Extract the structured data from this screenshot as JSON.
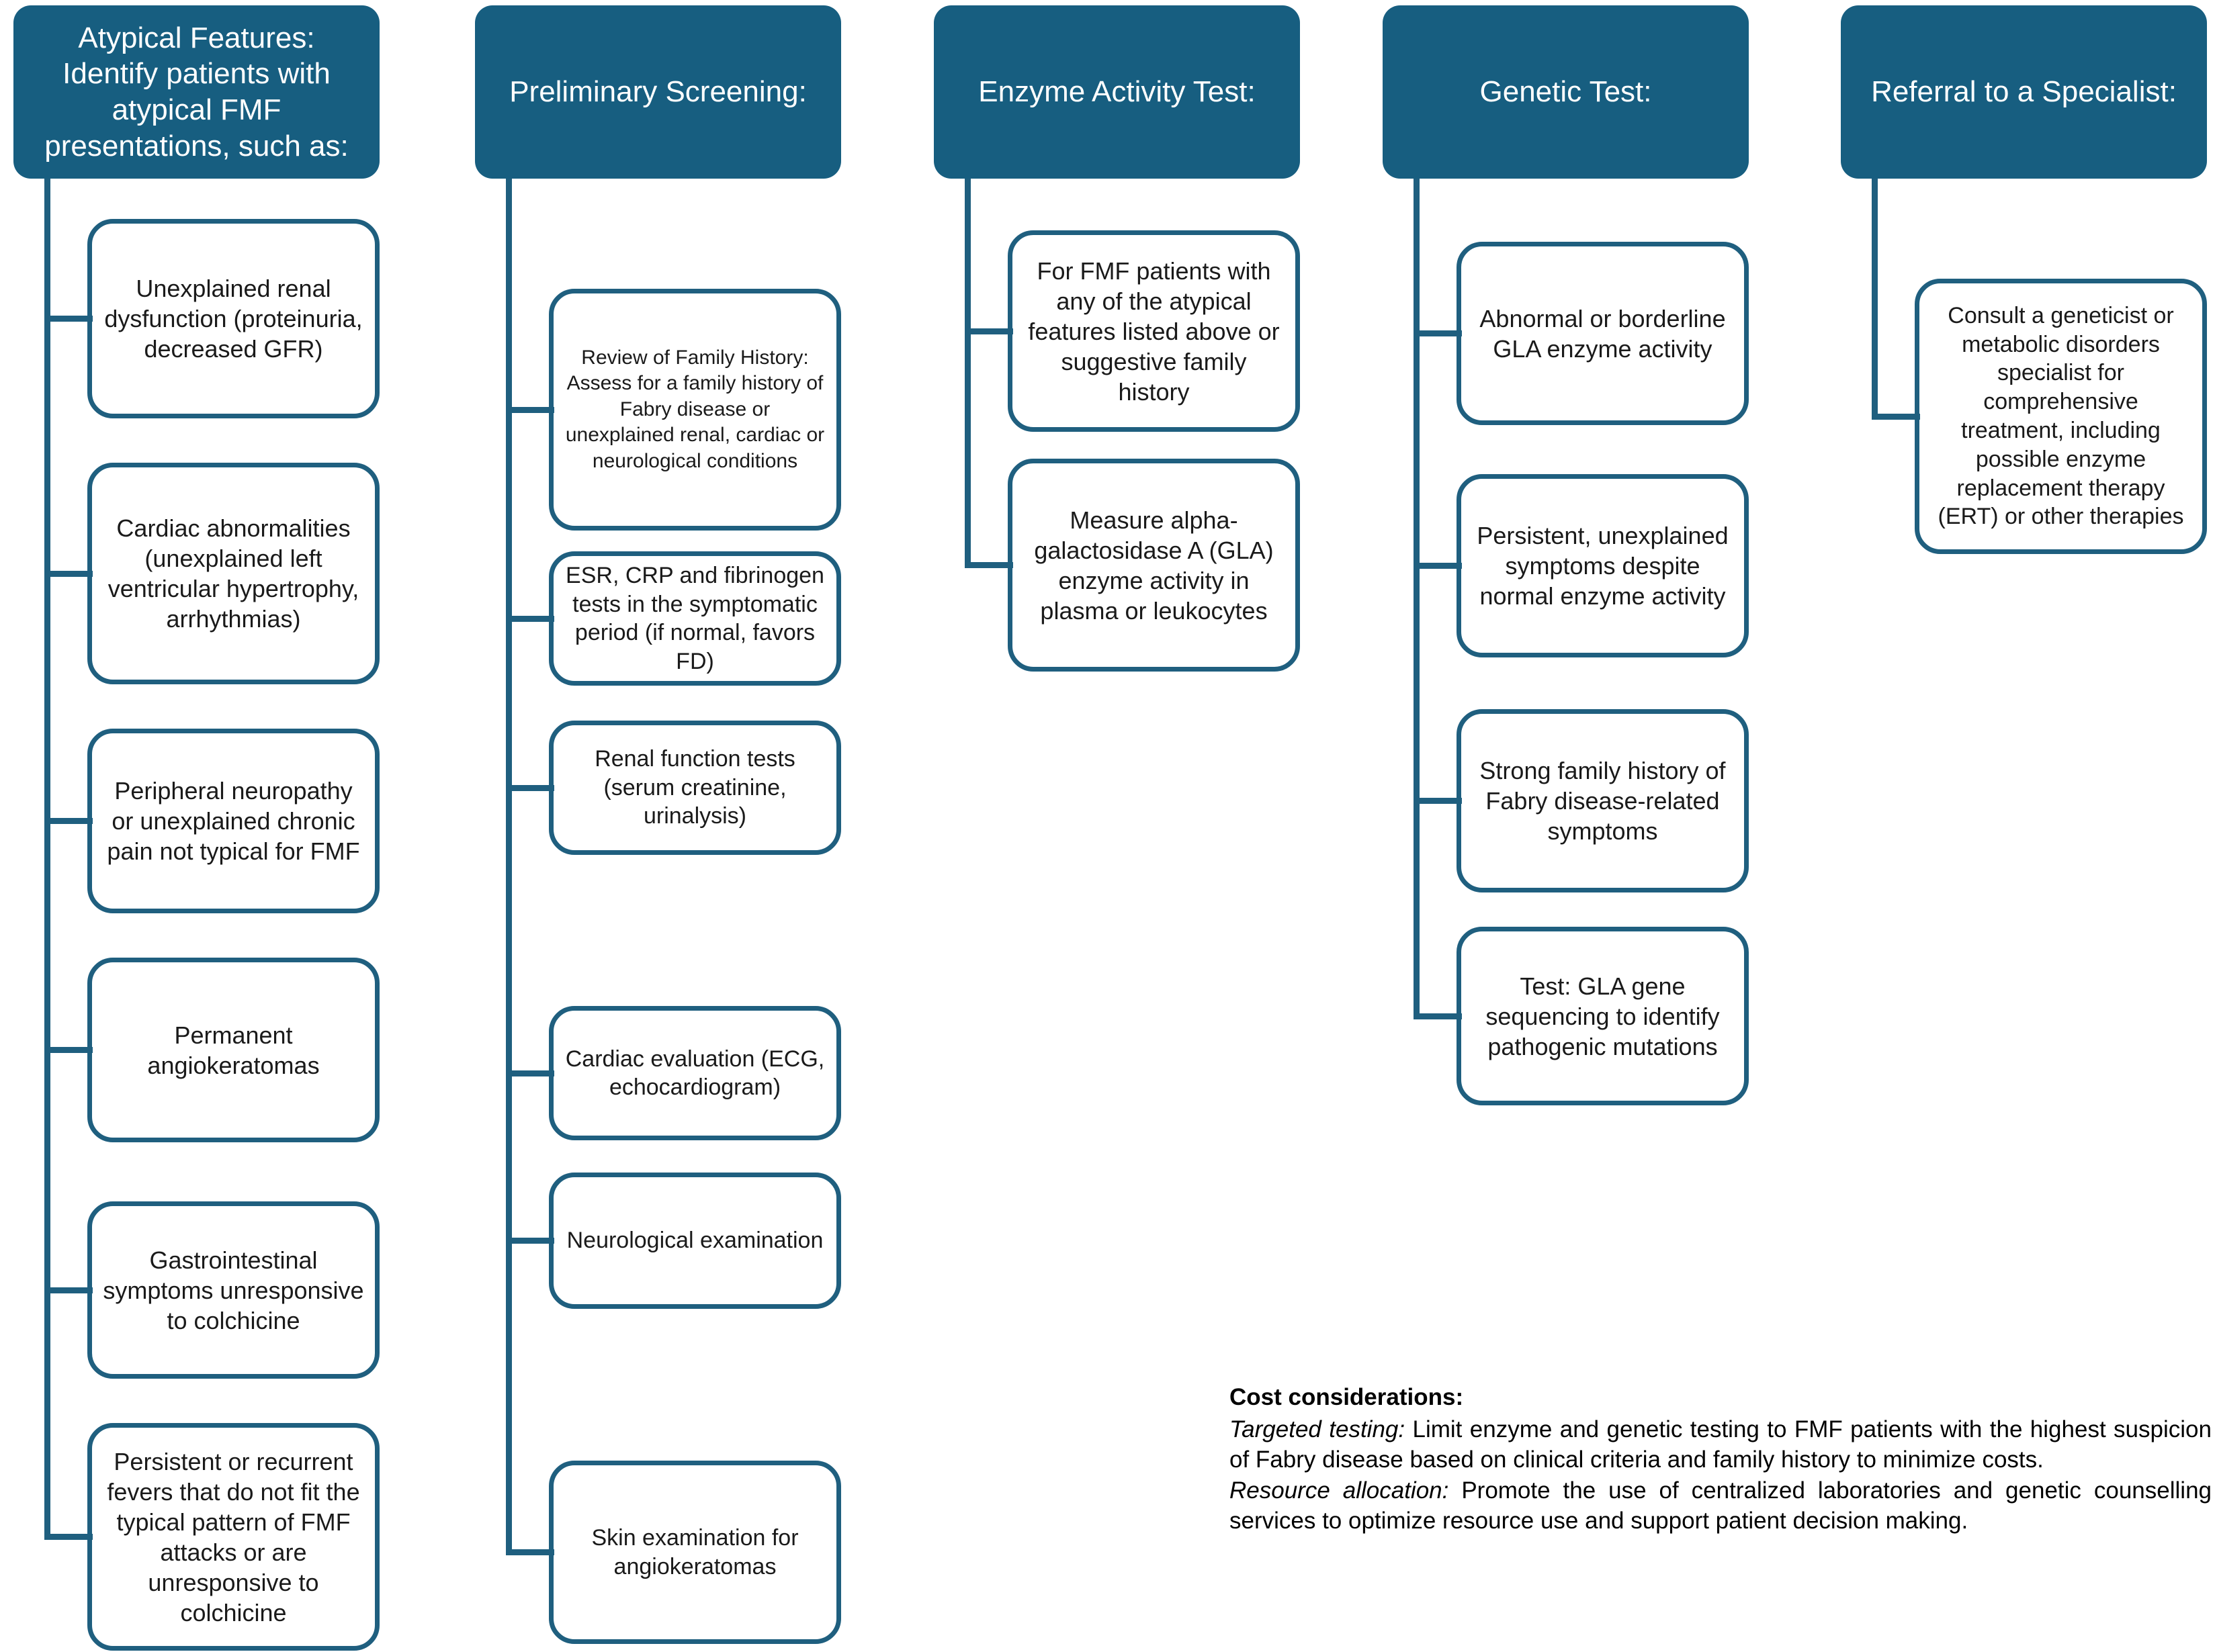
{
  "diagram": {
    "columns": [
      {
        "title": "Atypical Features: Identify patients with atypical FMF presentations, such as:",
        "boxes": [
          "Unexplained renal dysfunction (proteinuria, decreased GFR)",
          "Cardiac abnormalities (unexplained left ventricular hypertrophy, arrhythmias)",
          "Peripheral neuropathy or unexplained chronic pain not typical for FMF",
          "Permanent angiokeratomas",
          "Gastrointestinal symptoms unresponsive to colchicine",
          "Persistent or recurrent fevers that do not fit the typical pattern of FMF attacks or are unresponsive to colchicine"
        ]
      },
      {
        "title": "Preliminary Screening:",
        "boxes": [
          "Review of Family History: Assess for a family history of Fabry disease or unexplained renal, cardiac or neurological conditions",
          "ESR, CRP and fibrinogen tests in the symptomatic period (if normal, favors FD)",
          "Renal function tests (serum creatinine, urinalysis)",
          "Cardiac evaluation (ECG, echocardiogram)",
          "Neurological examination",
          "Skin examination for angiokeratomas"
        ]
      },
      {
        "title": "Enzyme Activity Test:",
        "boxes": [
          "For FMF patients with any of the atypical features listed above or suggestive family history",
          "Measure alpha-galactosidase A (GLA) enzyme activity in plasma or leukocytes"
        ]
      },
      {
        "title": "Genetic Test:",
        "boxes": [
          "Abnormal or borderline GLA enzyme activity",
          "Persistent, unexplained symptoms despite normal enzyme activity",
          "Strong family history of Fabry disease-related symptoms",
          "Test: GLA gene sequencing to identify pathogenic mutations"
        ]
      },
      {
        "title": "Referral to a Specialist:",
        "boxes": [
          "Consult a geneticist or metabolic disorders specialist for comprehensive treatment, including possible enzyme replacement therapy (ERT) or other therapies"
        ]
      }
    ]
  },
  "notes": {
    "heading": "Cost considerations:",
    "items": [
      {
        "label": "Targeted testing:",
        "text": "Limit enzyme and genetic testing to FMF patients with the highest suspicion of Fabry disease based on clinical criteria and family history to minimize costs."
      },
      {
        "label": "Resource allocation:",
        "text": "Promote the use of centralized laboratories and genetic counselling services to optimize resource use and support patient decision making."
      }
    ]
  },
  "colors": {
    "header_fill": "#175E80",
    "line": "#1F5F7F",
    "box_text": "#1A1A1A"
  }
}
